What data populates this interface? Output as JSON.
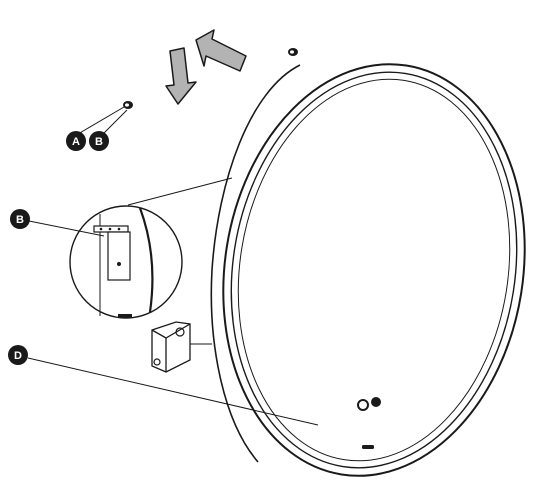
{
  "callouts": {
    "a": "A",
    "b_top": "B",
    "b_detail": "B",
    "d": "D"
  },
  "colors": {
    "ink": "#1a1a1a",
    "arrow_fill": "#b3b3b3",
    "badge_fill": "#1a1a1a",
    "badge_text": "#ffffff"
  },
  "icons": [
    "down-arrow-icon",
    "left-arrow-icon",
    "screw-anchor-icon",
    "wall-bracket-icon",
    "touch-switch-icon"
  ]
}
